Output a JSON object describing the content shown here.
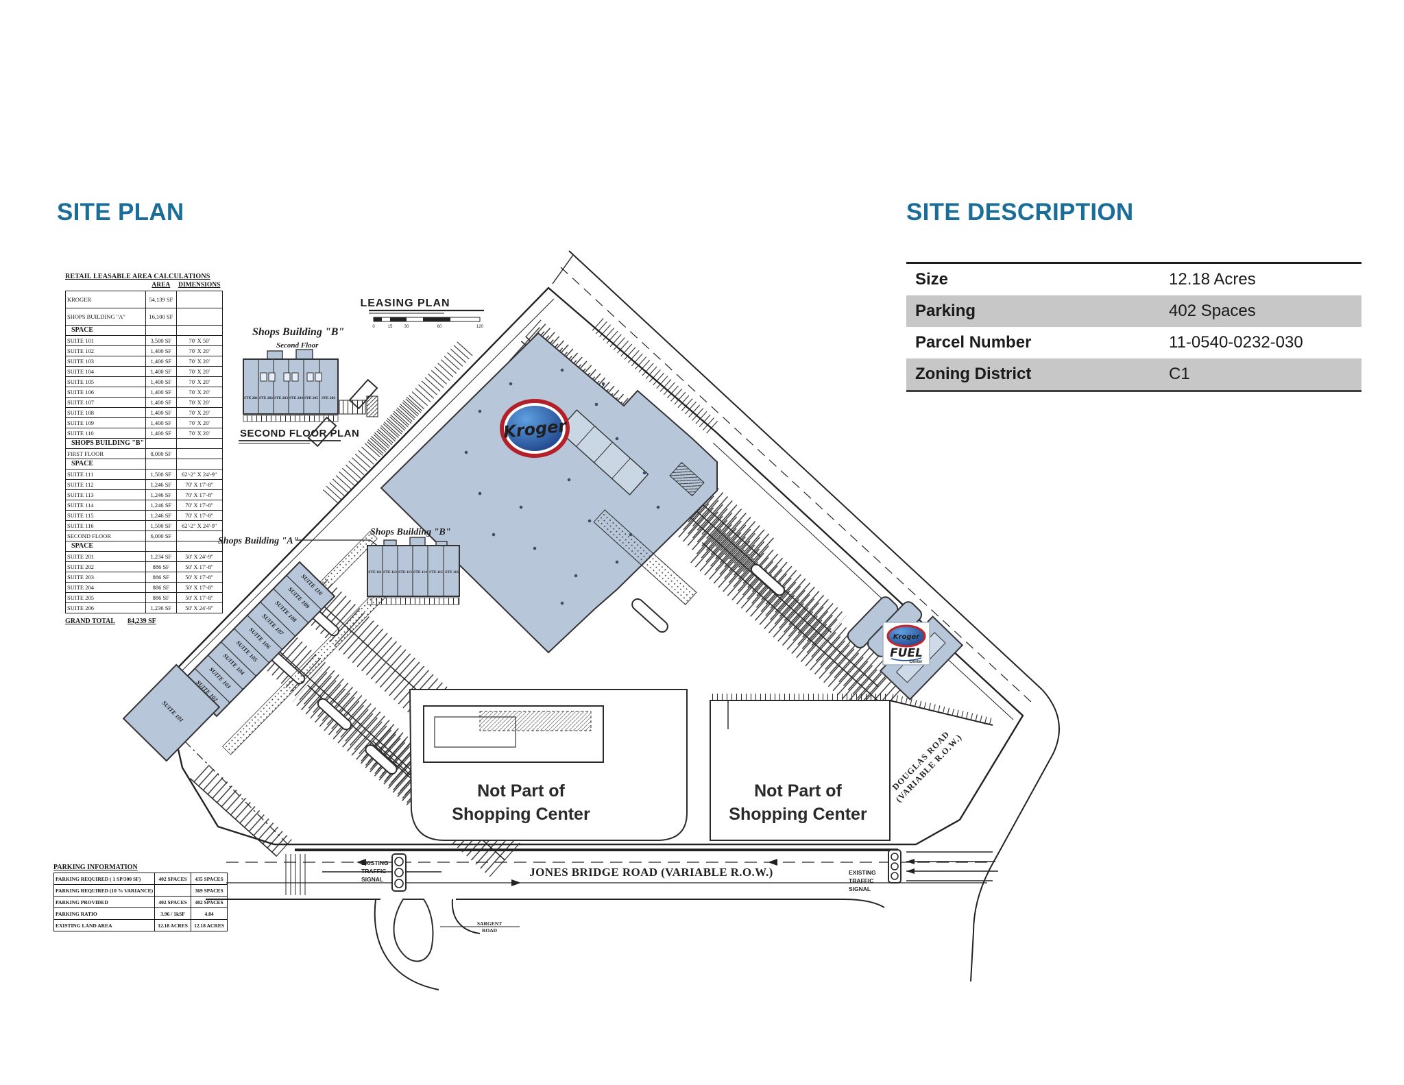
{
  "colors": {
    "accent": "#1a6d99",
    "building_fill": "#b7c6d9",
    "row_gray": "#c7c7c7",
    "kroger_red": "#b3202a",
    "kroger_blue": "#1b3f93",
    "fuel_red": "#d01e2a"
  },
  "headers": {
    "site_plan": "SITE PLAN",
    "site_description": "SITE DESCRIPTION"
  },
  "description_table": {
    "rows": [
      [
        "Size",
        "12.18 Acres",
        "w"
      ],
      [
        "Parking",
        "402 Spaces",
        "g"
      ],
      [
        "Parcel Number",
        "11-0540-0232-030",
        "w"
      ],
      [
        "Zoning District",
        "C1",
        "g"
      ]
    ]
  },
  "retail_table": {
    "title": "RETAIL LEASABLE AREA CALCULATIONS",
    "rows": [
      [
        "",
        "AREA",
        "DIMENSIONS",
        "hdr"
      ],
      [
        "KROGER",
        "54,139 SF",
        "",
        "tall"
      ],
      [
        "SHOPS BUILDING \"A\"",
        "16,100 SF",
        "",
        "tall"
      ],
      [
        "SPACE",
        "",
        "",
        "subhead"
      ],
      [
        "SUITE 101",
        "3,500 SF",
        "70' X 50'",
        ""
      ],
      [
        "SUITE 102",
        "1,400 SF",
        "70' X 20'",
        ""
      ],
      [
        "SUITE 103",
        "1,400 SF",
        "70' X 20'",
        ""
      ],
      [
        "SUITE 104",
        "1,400 SF",
        "70' X 20'",
        ""
      ],
      [
        "SUITE 105",
        "1,400 SF",
        "70' X 20'",
        ""
      ],
      [
        "SUITE 106",
        "1,400 SF",
        "70' X 20'",
        ""
      ],
      [
        "SUITE 107",
        "1,400 SF",
        "70' X 20'",
        ""
      ],
      [
        "SUITE 108",
        "1,400 SF",
        "70' X 20'",
        ""
      ],
      [
        "SUITE 109",
        "1,400 SF",
        "70' X 20'",
        ""
      ],
      [
        "SUITE 110",
        "1,400 SF",
        "70' X 20'",
        ""
      ],
      [
        "SHOPS BUILDING \"B\"",
        "",
        "",
        "subhead2"
      ],
      [
        "FIRST FLOOR",
        "8,000 SF",
        "",
        ""
      ],
      [
        "SPACE",
        "",
        "",
        "subhead"
      ],
      [
        "SUITE 111",
        "1,500 SF",
        "62'-2\" X 24'-9\"",
        ""
      ],
      [
        "SUITE 112",
        "1,246 SF",
        "70' X 17'-8\"",
        ""
      ],
      [
        "SUITE 113",
        "1,246 SF",
        "70' X 17'-8\"",
        ""
      ],
      [
        "SUITE 114",
        "1,246 SF",
        "70' X 17'-8\"",
        ""
      ],
      [
        "SUITE 115",
        "1,246 SF",
        "70' X 17'-8\"",
        ""
      ],
      [
        "SUITE 116",
        "1,500 SF",
        "62'-2\" X 24'-9\"",
        ""
      ],
      [
        "SECOND FLOOR",
        "6,000 SF",
        "",
        ""
      ],
      [
        "SPACE",
        "",
        "",
        "subhead"
      ],
      [
        "SUITE 201",
        "1,234 SF",
        "50' X 24'-9\"",
        ""
      ],
      [
        "SUITE 202",
        "886 SF",
        "50' X 17'-8\"",
        ""
      ],
      [
        "SUITE 203",
        "886 SF",
        "50' X 17'-8\"",
        ""
      ],
      [
        "SUITE 204",
        "886 SF",
        "50' X 17'-8\"",
        ""
      ],
      [
        "SUITE 205",
        "886 SF",
        "50' X 17'-8\"",
        ""
      ],
      [
        "SUITE 206",
        "1,236 SF",
        "50' X 24'-9\"",
        ""
      ]
    ],
    "grand_total_label": "GRAND TOTAL",
    "grand_total_value": "84,239 SF"
  },
  "parking_table": {
    "title": "PARKING INFORMATION",
    "rows": [
      [
        "PARKING REQUIRED ( 1 SP/300 SF)",
        "402 SPACES",
        "435 SPACES"
      ],
      [
        "PARKING REQUIRED (10 % VARIANCE)",
        "",
        "369 SPACES"
      ],
      [
        "PARKING PROVIDED",
        "402 SPACES",
        "402 SPACES"
      ],
      [
        "PARKING RATIO",
        "3.96 / 1kSF",
        "4.84"
      ],
      [
        "EXISTING LAND AREA",
        "12.18 ACRES",
        "12.18 ACRES"
      ]
    ]
  },
  "plan": {
    "leasing_title": "LEASING PLAN",
    "scale": [
      "0",
      "15",
      "30",
      "60",
      "120"
    ],
    "inset_title": "Shops Building \"B\"",
    "inset_subtitle": "Second Floor",
    "second_floor_plan_title": "SECOND FLOOR PLAN",
    "shops_a_label": "Shops Building \"A\"",
    "shops_b_label": "Shops Building \"B\"",
    "suites_a": [
      "SUITE 110",
      "SUITE 109",
      "SUITE 108",
      "SUITE 107",
      "SUITE 106",
      "SUITE 105",
      "SUITE 104",
      "SUITE 103",
      "SUITE 102",
      "SUITE 101"
    ],
    "suites_b": [
      "STE 111",
      "STE 112",
      "STE 113",
      "STE 114",
      "STE 115",
      "STE 116"
    ],
    "suites_2f": [
      "STE 201",
      "STE 202",
      "STE 203",
      "STE 204",
      "STE 205",
      "STE 206"
    ],
    "not_part": {
      "line1": "Not Part of",
      "line2": "Shopping Center"
    },
    "jones_bridge_label": "JONES BRIDGE ROAD (VARIABLE R.O.W.)",
    "sargent": {
      "line1": "SARGENT",
      "line2": "ROAD"
    },
    "douglas": {
      "line1": "DOUGLAS ROAD",
      "line2": "(VARIABLE R.O.W.)"
    },
    "signal": {
      "line1": "EXISTING",
      "line2": "TRAFFIC",
      "line3": "SIGNAL"
    },
    "kroger_logo": "Kroger",
    "fuel_badge": {
      "kroger": "Kroger",
      "fuel": "FUEL",
      "center": "Center"
    }
  }
}
